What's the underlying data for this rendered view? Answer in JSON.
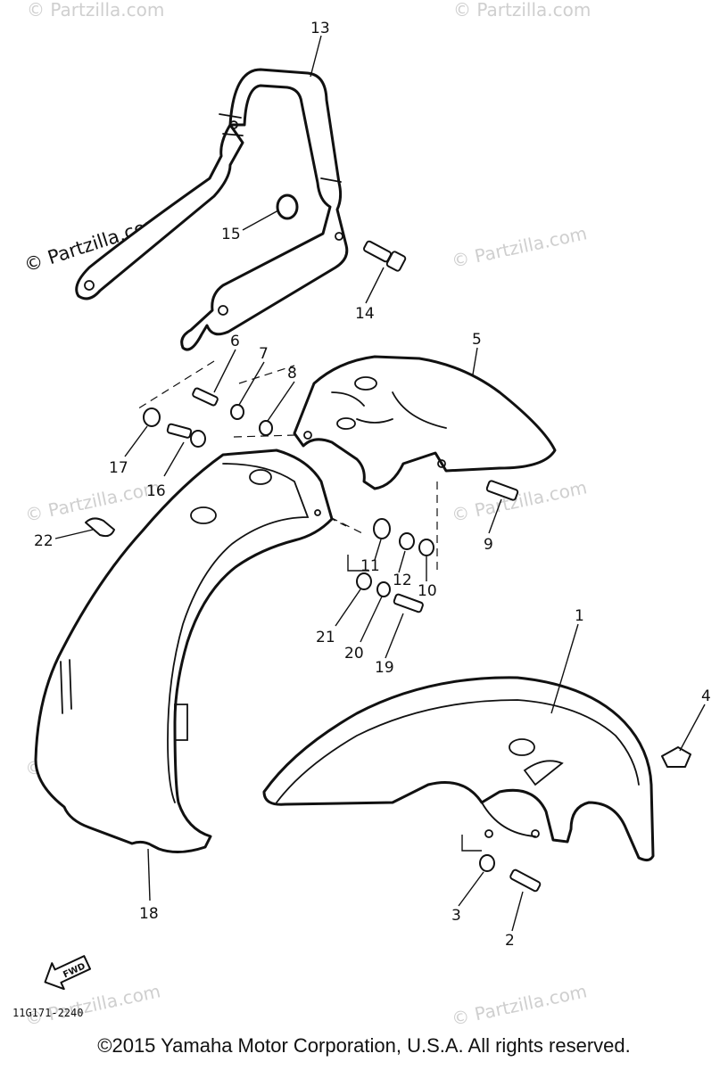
{
  "diagram": {
    "callouts": {
      "c1": "1",
      "c2": "2",
      "c3": "3",
      "c4": "4",
      "c5": "5",
      "c6": "6",
      "c7": "7",
      "c8": "8",
      "c9": "9",
      "c10": "10",
      "c11": "11",
      "c12": "12",
      "c13": "13",
      "c14": "14",
      "c15": "15",
      "c16": "16",
      "c17": "17",
      "c18": "18",
      "c19": "19",
      "c20": "20",
      "c21": "21",
      "c22": "22"
    },
    "watermark": "© Partzilla.com",
    "fwd_label": "FWD",
    "drawing_code": "11G171-2240"
  },
  "footer": {
    "copyright": "©2015  Yamaha Motor Corporation, U.S.A. All rights reserved."
  }
}
